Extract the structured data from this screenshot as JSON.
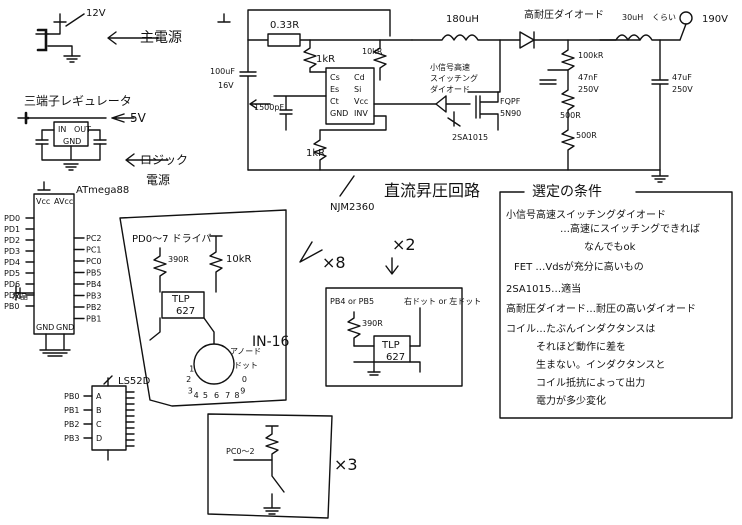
{
  "power": {
    "v12": "12V",
    "label": "主電源"
  },
  "regulator": {
    "label": "三端子レギュレータ",
    "v5": "5V",
    "in": "IN",
    "out": "OUT",
    "gnd": "GND",
    "logic1": "ロジック",
    "logic2": "電源"
  },
  "mcu": {
    "name": "ATmega88",
    "vcc": "Vcc",
    "avcc": "AVcc",
    "left_pins": [
      "PD0",
      "PD1",
      "PD2",
      "PD3",
      "PD4",
      "PD5",
      "PD6",
      "PD7",
      "PB0"
    ],
    "right_pins": [
      "PC2",
      "PC1",
      "PC0",
      "PB5",
      "PB4",
      "PB3",
      "PB2",
      "PB1"
    ],
    "x_label": "水晶",
    "gnd1": "GND",
    "gnd2": "GND"
  },
  "boost": {
    "r033": "0.33R",
    "r1k_a": "1kR",
    "r10k": "10kR",
    "c100u": "100uF",
    "c100u_v": "16V",
    "c1500p": "1500pF",
    "ic_pins_l": [
      "Cs",
      "Es",
      "Ct",
      "GND"
    ],
    "ic_pins_r": [
      "Cd",
      "Si",
      "Vcc",
      "INV"
    ],
    "r1k_b": "1kR",
    "ic_name": "NJM2360",
    "ind180": "180uH",
    "diode_label": "高耐圧ダイオード",
    "small_d1": "小信号高速",
    "small_d2": "スイッチング",
    "small_d3": "ダイオード",
    "q2": "2SA1015",
    "fet1": "FQPF",
    "fet2": "5N90",
    "r100k": "100kR",
    "c47n": "47nF",
    "c47n_v": "250V",
    "r500": "500R",
    "r500b": "500R",
    "ind30": "30uH",
    "ind30b": "くらい",
    "c47u": "47uF",
    "c47u_v": "250V",
    "v190": "190V",
    "title": "直流昇圧回路"
  },
  "selection": {
    "title": "選定の条件",
    "lines": [
      "小信号高速スイッチングダイオード",
      "…高速にスイッチングできれば",
      "なんでもok",
      "FET …Vdsが充分に高いもの",
      "2SA1015…適当",
      "高耐圧ダイオード…耐圧の高いダイオード",
      "コイル…たぶんインダクタンスは",
      "それほど動作に差を",
      "生まない。インダクタンスと",
      "コイル抵抗によって出力",
      "電力が多少変化"
    ]
  },
  "nixie": {
    "pd": "PD0〜7 ドライバ",
    "r390": "390R",
    "r10k": "10kR",
    "tlp": "TLP",
    "tlp2": "627",
    "tube": "IN-16",
    "anode": "アノード",
    "dots": "ドット",
    "x8": "×8",
    "nums": [
      "1",
      "2",
      "3",
      "4",
      "5",
      "6",
      "7",
      "8",
      "9",
      "0"
    ]
  },
  "dotdrv": {
    "x2": "×2",
    "pb": "PB4 or PB5",
    "target": "右ドット or 左ドット",
    "r": "390R",
    "tlp": "TLP",
    "tlp2": "627"
  },
  "decoder": {
    "name": "LS52D",
    "inputs": [
      "PB0",
      "PB1",
      "PB2",
      "PB3"
    ],
    "pins": [
      "A",
      "B",
      "C",
      "D"
    ]
  },
  "switches": {
    "pc": "PC0〜2",
    "x3": "×3"
  }
}
